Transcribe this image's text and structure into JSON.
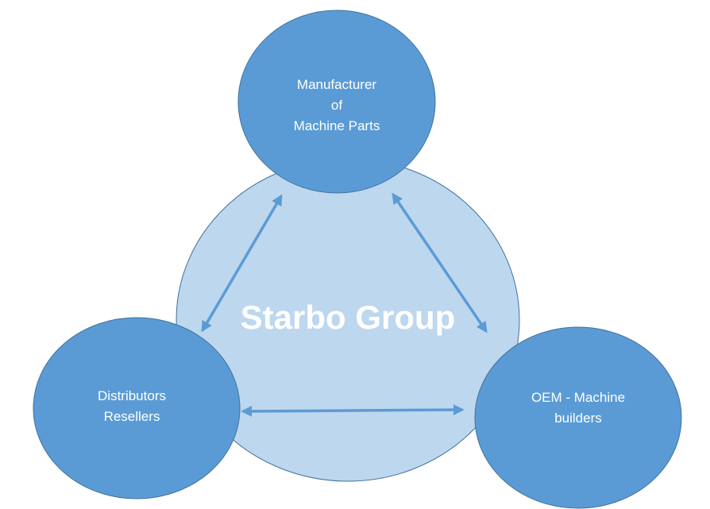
{
  "center": {
    "label": "Starbo Group"
  },
  "nodes": {
    "top": "Manufacturer\nof\nMachine Parts",
    "left": "Distributors\nResellers",
    "right": "OEM - Machine\nbuilders"
  },
  "colors": {
    "outer": "#bdd7ee",
    "node": "#5b9bd5",
    "stroke": "#41719c",
    "arrow": "#5b9bd5"
  }
}
